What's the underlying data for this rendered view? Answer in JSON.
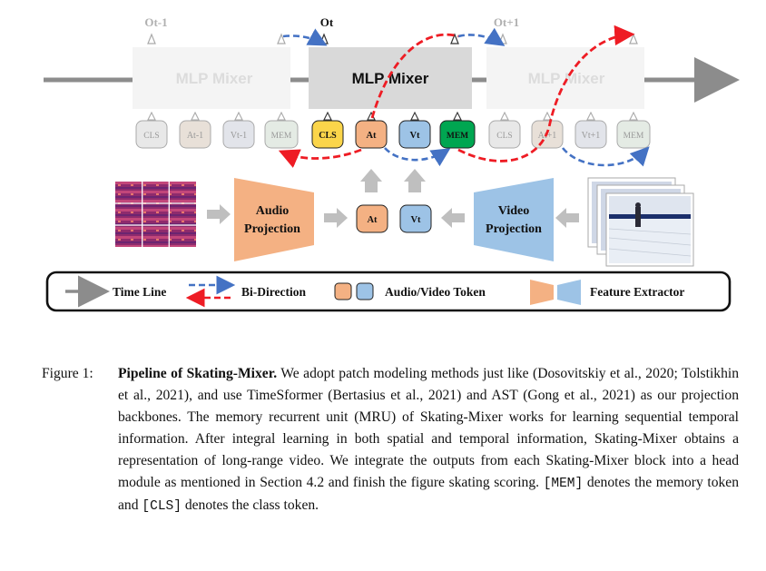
{
  "figure": {
    "outputs": {
      "prev": "Ot-1",
      "curr": "Ot",
      "next": "Ot+1"
    },
    "blocks": {
      "prev": "MLP Mixer",
      "curr": "MLP Mixer",
      "next": "MLP Mixer"
    },
    "tokens": {
      "prev": [
        "CLS",
        "At-1",
        "Vt-1",
        "MEM"
      ],
      "curr": [
        "CLS",
        "At",
        "Vt",
        "MEM"
      ],
      "next": [
        "CLS",
        "At+1",
        "Vt+1",
        "MEM"
      ]
    },
    "audio_projection": "Audio\nProjection",
    "video_projection": "Video\nProjection",
    "proj_tokens": {
      "audio": "At",
      "video": "Vt"
    },
    "legend": {
      "time_line": "Time Line",
      "bi_direction": "Bi-Direction",
      "audio_video_token": "Audio/Video Token",
      "feature_extractor": "Feature Extractor"
    },
    "colors": {
      "cls_yellow": "#fbd54a",
      "audio_orange": "#f4b183",
      "video_blue": "#9dc3e6",
      "mem_green": "#00a651",
      "arrow_red": "#ee1c24",
      "arrow_blue": "#4472c4",
      "block_gray": "#d9d9d9",
      "block_faded": "#f2f2f2"
    }
  },
  "caption": {
    "label": "Figure 1:",
    "title": "Pipeline of Skating-Mixer.",
    "text_1": " We adopt patch modeling methods just like (Dosovitskiy et al., 2020; Tolstikhin et al., 2021), and use TimeSformer (Bertasius et al., 2021) and AST (Gong et al., 2021) as our projection backbones. The memory recurrent unit (MRU) of Skating-Mixer works for learning sequential temporal information. After integral learning in both spatial and temporal information, Skating-Mixer obtains a representation of long-range video. We integrate the outputs from each Skating-Mixer block into a head module as mentioned in Section 4.2 and finish the figure skating scoring. ",
    "mem_token": "[MEM]",
    "text_2": " denotes the memory token and ",
    "cls_token": "[CLS]",
    "text_3": " denotes the class token."
  }
}
